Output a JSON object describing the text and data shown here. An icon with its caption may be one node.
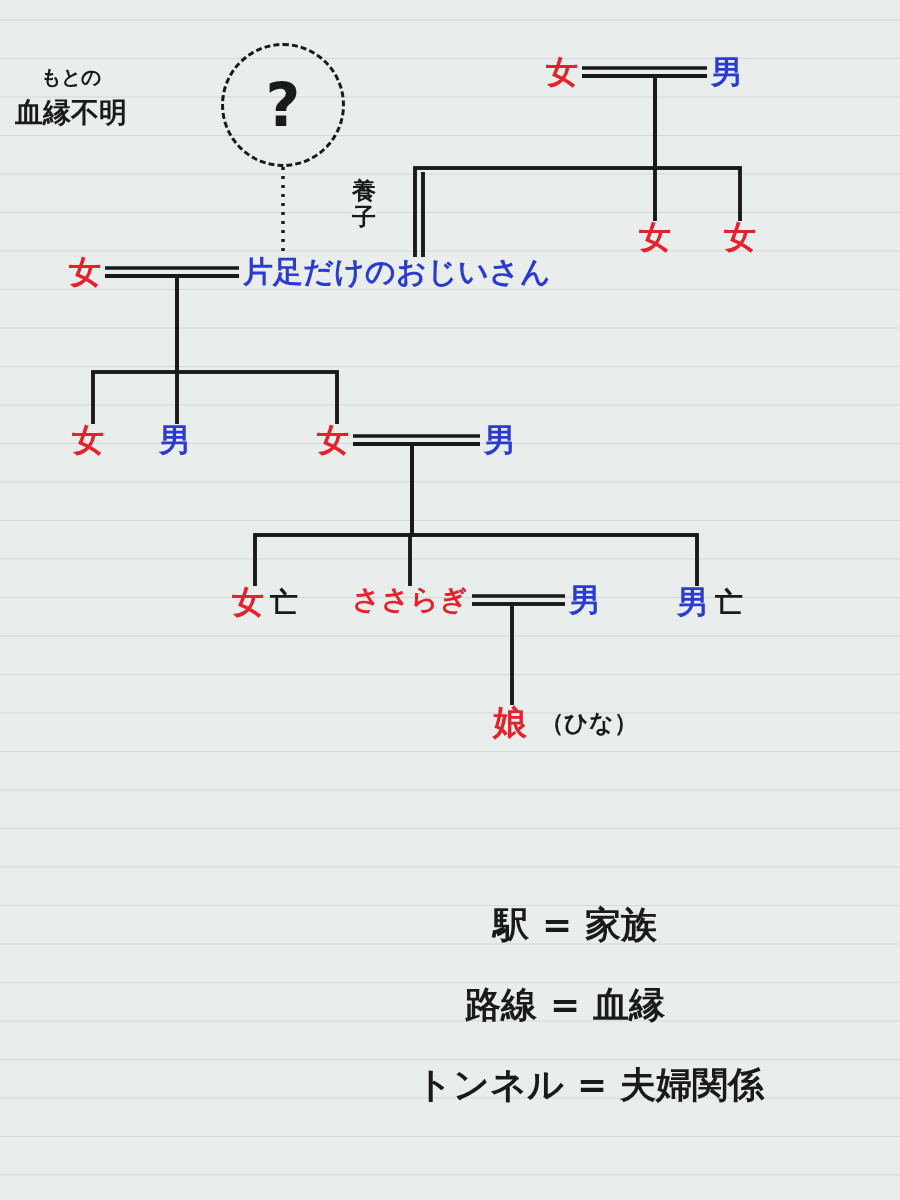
{
  "diagram": {
    "nodes": [
      {
        "text": [
          "?"
        ],
        "beside": [
          "もとの",
          "血縁不明"
        ]
      },
      {
        "text": [
          "女"
        ]
      },
      {
        "text": [
          "男"
        ]
      },
      {
        "text": [
          "女"
        ]
      },
      {
        "text": [
          "女"
        ]
      },
      {
        "text": [
          "女"
        ]
      },
      {
        "text": [
          "片足だけのおじいさん"
        ]
      },
      {
        "text": [
          "女"
        ]
      },
      {
        "text": [
          "男"
        ]
      },
      {
        "text": [
          "女"
        ]
      },
      {
        "text": [
          "男"
        ]
      },
      {
        "text": [
          "女"
        ],
        "beside": [
          "亡"
        ]
      },
      {
        "text": [
          "ささらぎ"
        ]
      },
      {
        "text": [
          "男"
        ]
      },
      {
        "text": [
          "男"
        ],
        "beside": [
          "亡"
        ]
      },
      {
        "text": [
          "娘"
        ],
        "beside": [
          "（ひな）"
        ]
      }
    ],
    "edges": [
      {
        "from": 0,
        "to": 6,
        "arrow": "none",
        "style": "dashed"
      },
      {
        "from": 1,
        "to": 2,
        "arrow": "none"
      },
      {
        "from": 1,
        "to": 3,
        "arrow": "none"
      },
      {
        "from": 2,
        "to": 3,
        "arrow": "none"
      },
      {
        "from": 1,
        "to": 4,
        "arrow": "none"
      },
      {
        "from": 2,
        "to": 4,
        "arrow": "none"
      },
      {
        "from": 1,
        "to": 6,
        "arrow": "none",
        "label": "養子"
      },
      {
        "from": 2,
        "to": 6,
        "arrow": "none"
      },
      {
        "from": 5,
        "to": 6,
        "arrow": "none"
      },
      {
        "from": 5,
        "to": 7,
        "arrow": "none"
      },
      {
        "from": 6,
        "to": 7,
        "arrow": "none"
      },
      {
        "from": 5,
        "to": 8,
        "arrow": "none"
      },
      {
        "from": 6,
        "to": 8,
        "arrow": "none"
      },
      {
        "from": 5,
        "to": 9,
        "arrow": "none"
      },
      {
        "from": 6,
        "to": 9,
        "arrow": "none"
      },
      {
        "from": 9,
        "to": 10,
        "arrow": "none"
      },
      {
        "from": 9,
        "to": 11,
        "arrow": "none"
      },
      {
        "from": 10,
        "to": 11,
        "arrow": "none"
      },
      {
        "from": 9,
        "to": 12,
        "arrow": "none"
      },
      {
        "from": 10,
        "to": 12,
        "arrow": "none"
      },
      {
        "from": 9,
        "to": 14,
        "arrow": "none"
      },
      {
        "from": 10,
        "to": 14,
        "arrow": "none"
      },
      {
        "from": 12,
        "to": 13,
        "arrow": "none"
      },
      {
        "from": 12,
        "to": 15,
        "arrow": "none"
      },
      {
        "from": 13,
        "to": 15,
        "arrow": "none"
      }
    ],
    "labels": [
      "駅 = 家族",
      "路線 = 血縁",
      "トンネル = 夫婦関係"
    ]
  }
}
